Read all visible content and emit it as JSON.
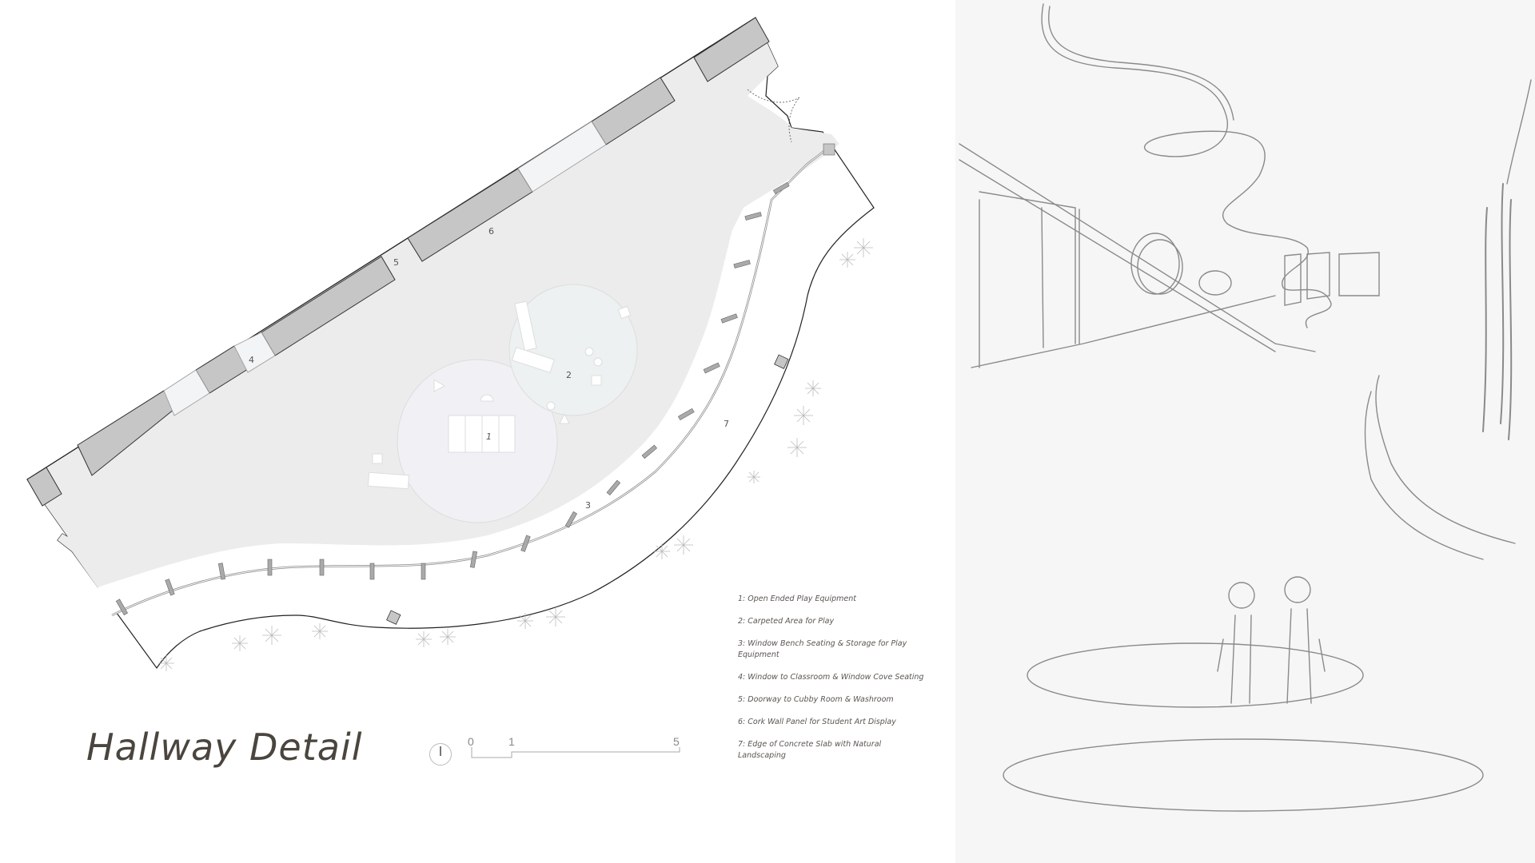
{
  "title": "Hallway Detail",
  "scale_bar": {
    "labels": [
      "0",
      "1",
      "5"
    ]
  },
  "plan_labels": {
    "l1": "1",
    "l2": "2",
    "l3": "3",
    "l4": "4",
    "l5": "5",
    "l6": "6",
    "l7": "7"
  },
  "legend": [
    {
      "text": "1: Open Ended Play Equipment"
    },
    {
      "text": "2: Carpeted Area for Play"
    },
    {
      "text": "3: Window Bench Seating & Storage for Play Equipment"
    },
    {
      "text": "4: Window to Classroom & Window Cove Seating"
    },
    {
      "text": "5: Doorway to Cubby Room & Washroom"
    },
    {
      "text": "6: Cork Wall Panel for Student Art Display"
    },
    {
      "text": "7: Edge of Concrete Slab with Natural Landscaping"
    }
  ],
  "sketch": {
    "description": "Pencil perspective sketch of hallway with two children walking on carpeted circles, curved window wall with planters on right, ribbon ceiling light"
  },
  "colors": {
    "floor": "#ececec",
    "walls": "#c6c6c6",
    "title": "#4a453e",
    "carpet1": "#f1f0f5",
    "carpet2": "#edf1f2"
  }
}
